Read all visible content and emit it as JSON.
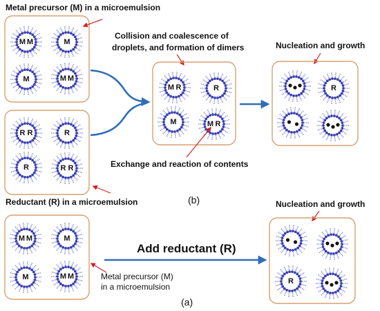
{
  "colors": {
    "box_border": "#d8a070",
    "arrow_blue": "#2f6db8",
    "pointer_red": "#d42020",
    "surfactant_head": "#3a3fb0",
    "surfactant_tail": "#8e95d8",
    "nanoparticle": "#111111"
  },
  "labels": {
    "metal_micro": "Metal precursor (M) in a microemulsion",
    "collision_line1": "Collision and coalescence of",
    "collision_line2": "droplets, and formation of dimers",
    "nucleation_top": "Nucleation and growth",
    "exchange": "Exchange and reaction of contents",
    "reductant_micro": "Reductant (R) in a microemulsion",
    "panel_b": "(b)",
    "nucleation_bottom": "Nucleation and growth",
    "add_reductant": "Add reductant (R)",
    "metal_line1": "Metal precursor (M)",
    "metal_line2": "in a microemulsion",
    "panel_a": "(a)"
  },
  "symbols": {
    "metal": "M",
    "reductant": "R"
  }
}
